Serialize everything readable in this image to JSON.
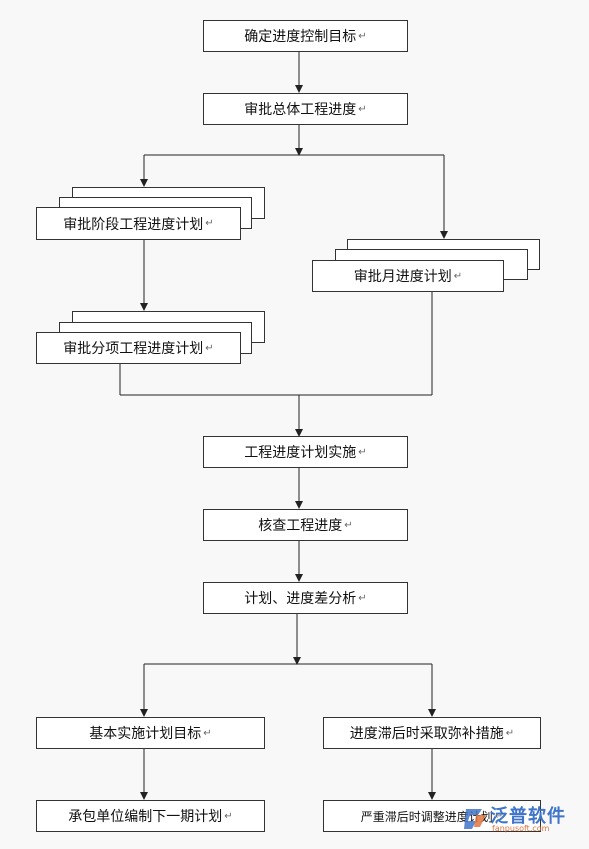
{
  "nodes": {
    "n1": "确定进度控制目标",
    "n2": "审批总体工程进度",
    "n3": "审批阶段工程进度计划",
    "n4": "审批月进度计划",
    "n5": "审批分项工程进度计划",
    "n6": "工程进度计划实施",
    "n7": "核查工程进度",
    "n8": "计划、进度差分析",
    "n9": "基本实施计划目标",
    "n10": "进度滞后时采取弥补措施",
    "n11": "承包单位编制下一期计划",
    "n12": "严重滞后时调整进度计划"
  },
  "return_mark": "↵",
  "watermark": {
    "logo_text": "泛普软件",
    "url": "fanpusoft.com"
  },
  "colors": {
    "background": "#f8f8f8",
    "box_border": "#333333",
    "line": "#222222",
    "watermark_blue": "#3f74c9",
    "watermark_orange": "#e0743d"
  }
}
